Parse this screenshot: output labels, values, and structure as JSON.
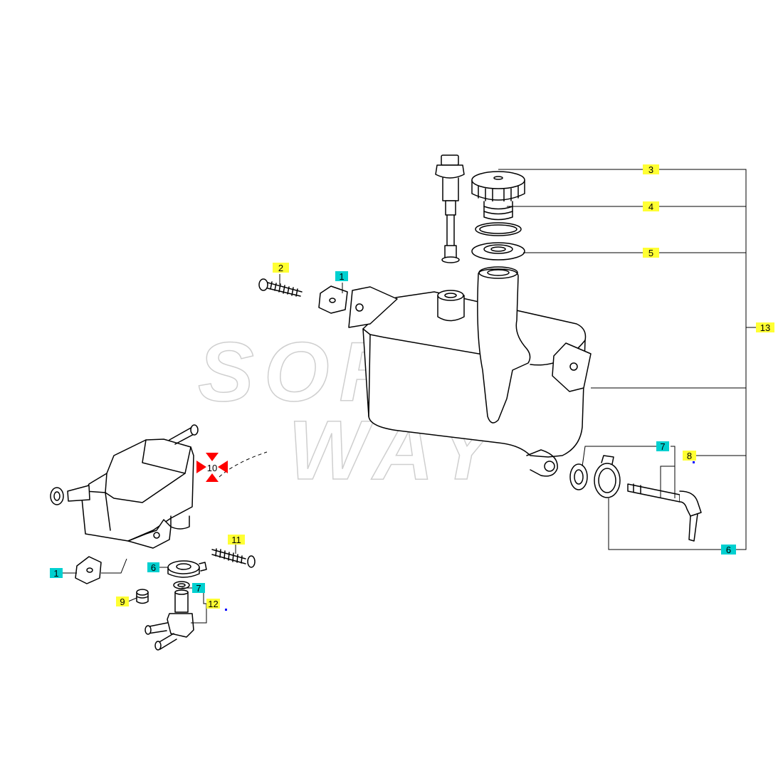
{
  "watermark": {
    "line1": "SOFT",
    "line2": "WAY"
  },
  "callouts": [
    {
      "id": "c3",
      "label": "3",
      "color": "yellow"
    },
    {
      "id": "c4",
      "label": "4",
      "color": "yellow"
    },
    {
      "id": "c5",
      "label": "5",
      "color": "yellow"
    },
    {
      "id": "c13",
      "label": "13",
      "color": "yellow"
    },
    {
      "id": "c2",
      "label": "2",
      "color": "yellow"
    },
    {
      "id": "c1a",
      "label": "1",
      "color": "cyan"
    },
    {
      "id": "c7a",
      "label": "7",
      "color": "cyan"
    },
    {
      "id": "c8",
      "label": "8",
      "color": "yellow"
    },
    {
      "id": "c6a",
      "label": "6",
      "color": "cyan"
    },
    {
      "id": "c10",
      "label": "10",
      "color": "plain"
    },
    {
      "id": "c11",
      "label": "11",
      "color": "yellow"
    },
    {
      "id": "c1b",
      "label": "1",
      "color": "cyan"
    },
    {
      "id": "c6b",
      "label": "6",
      "color": "cyan"
    },
    {
      "id": "c7b",
      "label": "7",
      "color": "cyan"
    },
    {
      "id": "c9",
      "label": "9",
      "color": "yellow"
    },
    {
      "id": "c12",
      "label": "12",
      "color": "yellow"
    }
  ]
}
